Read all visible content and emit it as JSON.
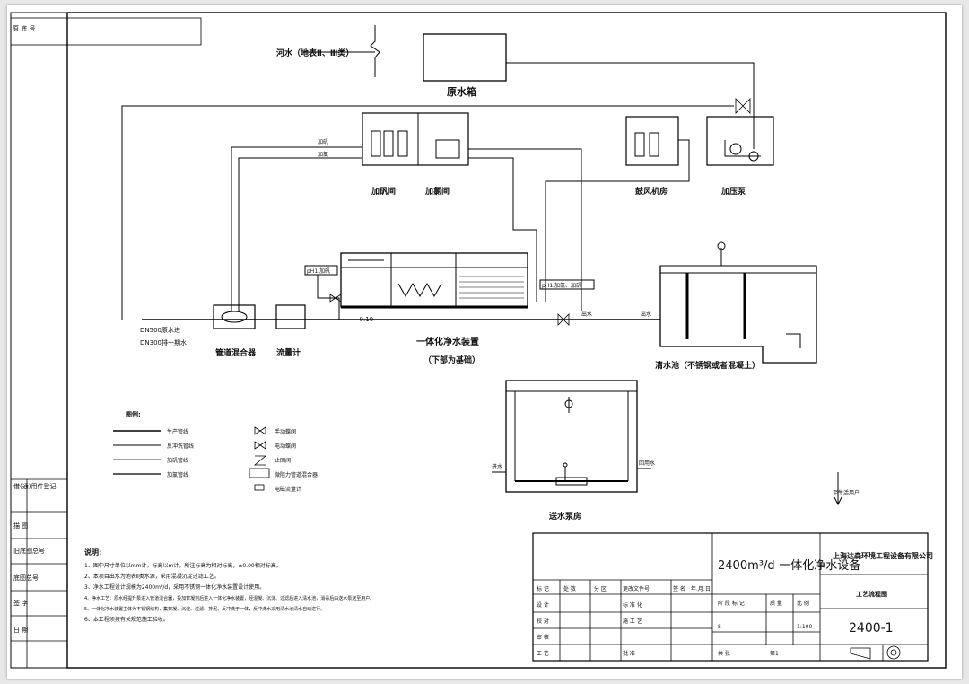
{
  "title_block": {
    "project": "2400m³/d-一体化净水设备",
    "company": "上海达森环境工程设备有限公司",
    "drawing_title": "工艺流程图",
    "drawing_no": "2400-1",
    "scale": "1:100",
    "stage": "S",
    "sheet": "第1",
    "row_labels": [
      "标 记",
      "处 数",
      "分 区",
      "更改文件号",
      "签 名",
      "年.月.日"
    ],
    "sign_rows": [
      "设 计",
      "校 对",
      "审 核",
      "工 艺"
    ],
    "sign_mid": [
      "标 准 化",
      "施 工 艺",
      "批 准"
    ],
    "meta_labels": [
      "阶 段 标 记",
      "质 量",
      "比 例"
    ],
    "total_sheets_label": "共 张"
  },
  "left_margin": {
    "top": "原 底 号",
    "items": [
      "借(通)用件登记",
      "描 图",
      "旧底图总号",
      "底图总号",
      "签 字",
      "日 期"
    ]
  },
  "labels": {
    "river": "河水（地表Ⅱ、Ⅲ类）",
    "raw_tank": "原水箱",
    "alum": "加矾间",
    "chlorine": "加氯间",
    "blower": "鼓风机房",
    "booster": "加压泵",
    "mixer": "管道混合器",
    "flowmeter": "流量计",
    "plant": "一体化净水装置",
    "plant_sub": "（下部为基础）",
    "clear_tank": "清水池（不锈钢或者混凝土）",
    "pump_house": "送水泵房",
    "dn500": "DN500原水进",
    "dn300": "DN300排一期水",
    "elev": "-0.10",
    "ph1": "pH1.加矾",
    "ph2": "pH1.加氯、加矾",
    "supply": "至生活用户",
    "tag_a": "加矾",
    "tag_b": "加氯",
    "tag_c": "出水",
    "tag_d": "出水",
    "tag_e": "进水",
    "tag_f": "回用水"
  },
  "legend": {
    "title": "图例:",
    "lines": [
      "生产管线",
      "反冲洗管线",
      "加矾管线",
      "加氯管线"
    ],
    "symbols": [
      "手动蝶阀",
      "电动蝶阀",
      "止回阀",
      "微阻力管道混合器",
      "电磁流量计"
    ]
  },
  "notes": {
    "title": "说明:",
    "items": [
      "1、图中尺寸单位以mm计，标高以m计，所注标高为相对标高，±0.00相对标高。",
      "2、本项目出水为地表Ⅱ类水源，采用混凝沉淀过滤工艺。",
      "3、净水工程设计规模为2400m³/d，采用不锈钢一体化净水装置设计使用。",
      "4、净水工艺：原水经提升泵进入管道混合器，投加絮凝剂后进入一体化净水装置，经混凝、沉淀、过滤后进入清水池，消毒后由送水泵送至用户。",
      "5、一体化净水装置主体为不锈钢结构，集絮凝、沉淀、过滤、排泥、反冲洗于一体，反冲洗水采用清水池清水自动进行。",
      "6、本工程须按有关规范施工验收。"
    ]
  }
}
